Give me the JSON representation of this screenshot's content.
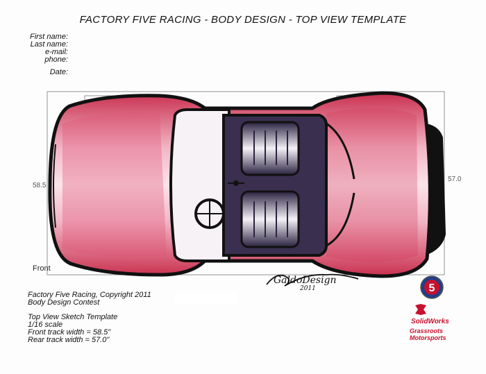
{
  "header": {
    "title": "FACTORY FIVE RACING - BODY DESIGN - TOP VIEW TEMPLATE"
  },
  "form": {
    "first_name_label": "First name:",
    "last_name_label": "Last name:",
    "email_label": "e-mail:",
    "phone_label": "phone:",
    "date_label": "Date:"
  },
  "drawing": {
    "front_width_dim": "58.5",
    "rear_width_dim": "57.0",
    "front_label": "Front",
    "signature_line1": "GaldoDesign",
    "signature_line2": "2011"
  },
  "info": {
    "copyright": "Factory Five Racing, Copyright 2011",
    "contest": "Body Design Contest",
    "template_name": "Top View Sketch Template",
    "scale": "1/16 scale",
    "front_track": "Front track width = 58.5\"",
    "rear_track": "Rear track width = 57.0\""
  },
  "logos": {
    "ffr_badge": "5",
    "solidworks": "SolidWorks",
    "grassroots_line1": "Grassroots",
    "grassroots_line2": "Motorsports"
  },
  "colors": {
    "body_red": "#d9415f",
    "body_pink": "#f3b3c4",
    "outline": "#111111",
    "brand_red": "#c8102e"
  }
}
